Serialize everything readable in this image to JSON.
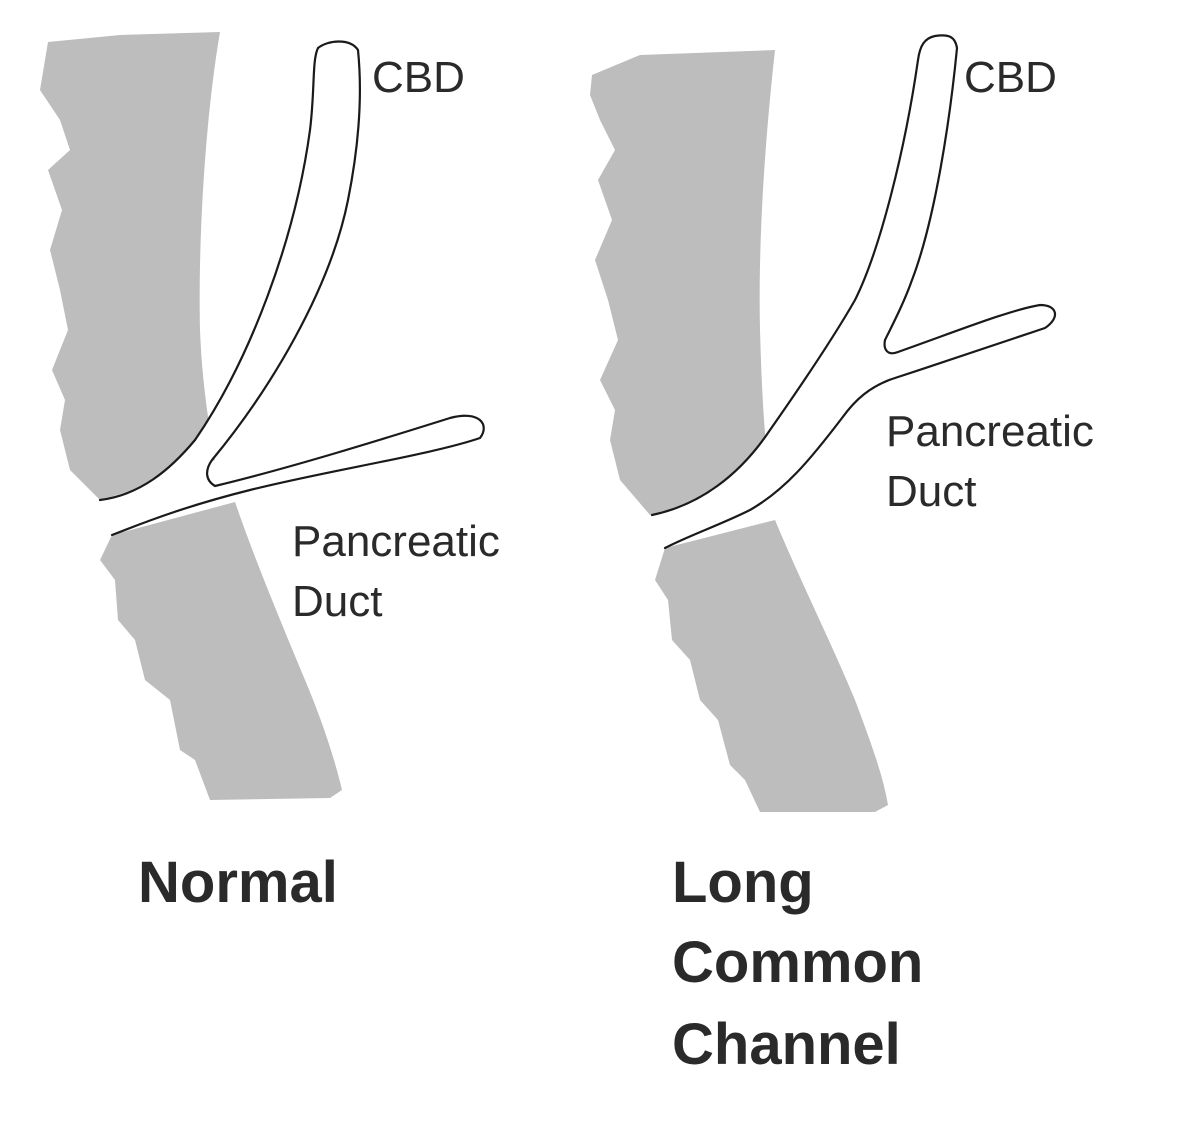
{
  "panels": [
    {
      "id": "normal",
      "caption_lines": [
        "Normal"
      ],
      "labels": {
        "cbd": "CBD",
        "pancreatic_duct_lines": [
          "Pancreatic",
          "Duct"
        ]
      }
    },
    {
      "id": "long-common-channel",
      "caption_lines": [
        "Long",
        "Common",
        "Channel"
      ],
      "labels": {
        "cbd": "CBD",
        "pancreatic_duct_lines": [
          "Pancreatic",
          "Duct"
        ]
      }
    }
  ],
  "colors": {
    "duodenal_wall": "#bdbdbd",
    "duct_outline": "#1a1a1a",
    "text": "#2a2a2a",
    "background": "#ffffff"
  }
}
